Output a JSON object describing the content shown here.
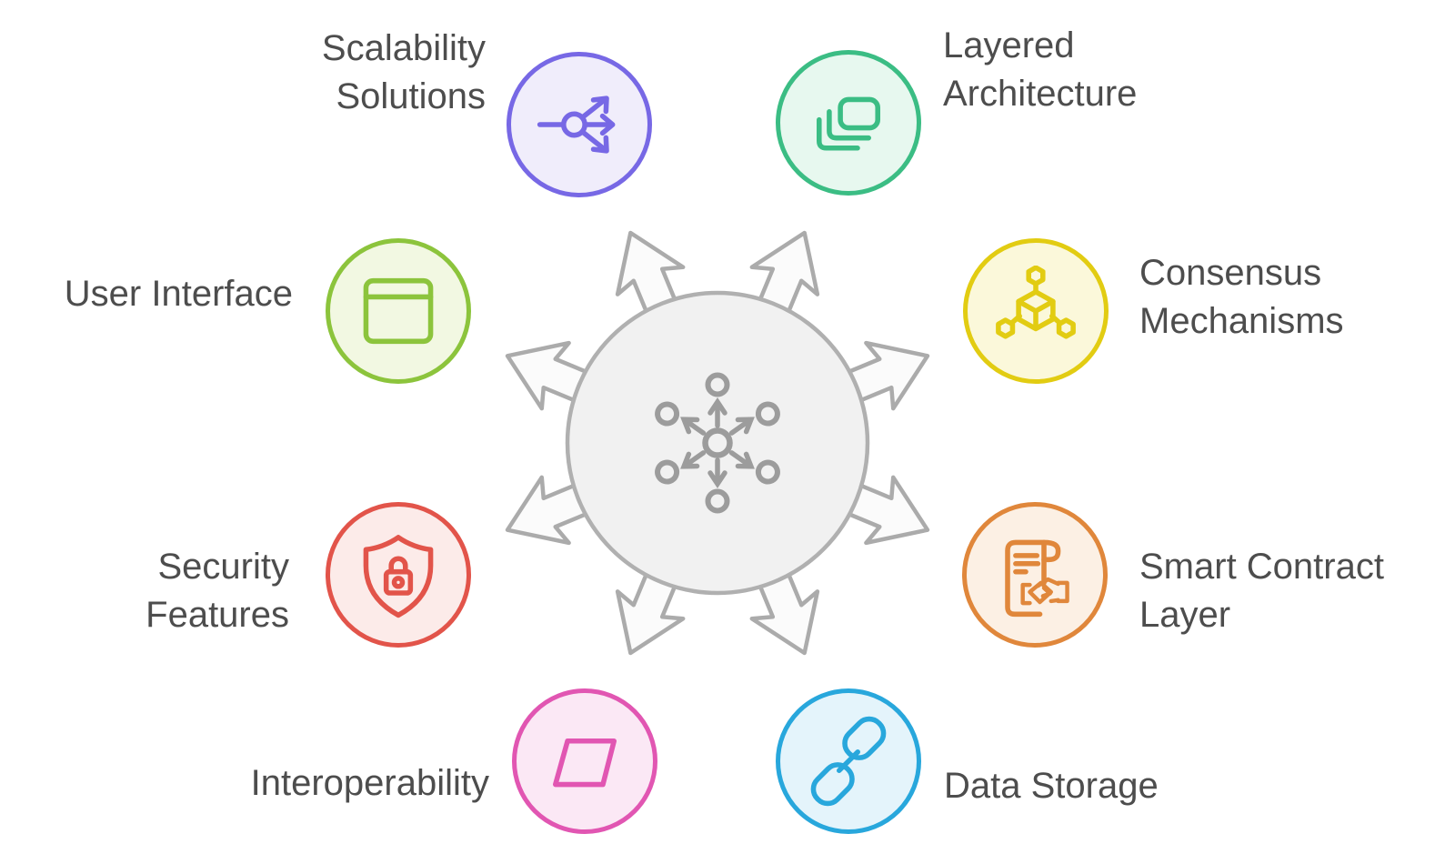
{
  "background": "#FFFFFF",
  "text_color": "#4D4D4D",
  "center": {
    "icon": "hub-network-icon",
    "arrow_count": 8,
    "circle_fill": "#F1F1F1",
    "circle_stroke": "#B0B0B0",
    "arrow_fill": "#FBFBFB",
    "arrow_stroke": "#ABABAB",
    "icon_color": "#9C9C9C"
  },
  "nodes": [
    {
      "label": "Scalability Solutions",
      "icon": "share-icon",
      "accent": "#7768E5",
      "fill": "#F0EDFB",
      "position": "top-left"
    },
    {
      "label": "Layered Architecture",
      "icon": "layers-icon",
      "accent": "#3BBD84",
      "fill": "#E7F8EF",
      "position": "top-right"
    },
    {
      "label": "Consensus Mechanisms",
      "icon": "cube-network-icon",
      "accent": "#E2CC12",
      "fill": "#FBF8DA",
      "position": "right-upper"
    },
    {
      "label": "Smart Contract Layer",
      "icon": "contract-handshake-icon",
      "accent": "#E0873B",
      "fill": "#FCF0E4",
      "position": "right-lower"
    },
    {
      "label": "Data Storage",
      "icon": "chain-link-icon",
      "accent": "#28A7DC",
      "fill": "#E4F4FB",
      "position": "bottom-right"
    },
    {
      "label": "Interoperability",
      "icon": "parallelogram-icon",
      "accent": "#E156B2",
      "fill": "#FBE8F5",
      "position": "bottom-left"
    },
    {
      "label": "Security Features",
      "icon": "shield-lock-icon",
      "accent": "#E2544A",
      "fill": "#FCEBE9",
      "position": "left-lower"
    },
    {
      "label": "User Interface",
      "icon": "browser-window-icon",
      "accent": "#8CC43C",
      "fill": "#F2F8E2",
      "position": "left-upper"
    }
  ]
}
